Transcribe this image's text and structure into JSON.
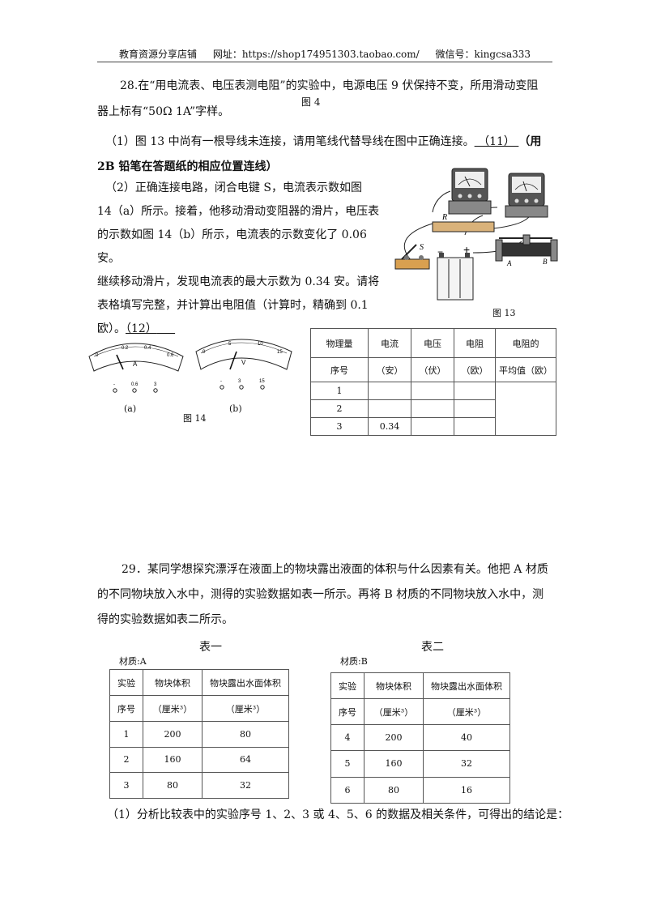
{
  "header": {
    "shop": "教育资源分享店铺",
    "url_label": "网址：https://shop174951303.taobao.com/",
    "wechat": "微信号：kingcsa333"
  },
  "q28": {
    "line1": "28.在“用电流表、电压表测电阻”的实验中，电源电压 9 伏保持不变，所用滑动变阻",
    "line2": "器上标有“50Ω   1A”字样。",
    "fig4": "图 4",
    "p1_text": "（1）图 13 中尚有一根导线未连接，请用笔线代替导线在图中正确连接。",
    "p1_blank": "   （11）   ",
    "p1_bold_a": "（用",
    "p1_bold_b": "2B 铅笔在答题纸的相应位置连线）",
    "p2_lines": [
      "（2）正确连接电路，闭合电键 S，电流表示数如图",
      "14（a）所示。接着，他移动滑动变阻器的滑片，电压表",
      "的示数如图 14（b）所示，电流表的示数变化了 0.06 安。",
      "继续移动滑片，发现电流表的最大示数为 0.34 安。请将",
      "表格填写完整，并计算出电阻值（计算时，精确到 0.1",
      "欧）。"
    ],
    "p2_blank": "（12）",
    "fig13": "图 13",
    "fig14": "图 14",
    "label_a": "(a)",
    "label_b": "(b)",
    "meter_a": {
      "letter": "A",
      "scale": [
        "0",
        "0.2",
        "0.4",
        "0.6"
      ],
      "terminals": [
        "-",
        "0.6",
        "3"
      ]
    },
    "meter_b": {
      "letter": "V",
      "scale": [
        "0",
        "5",
        "10",
        "15"
      ],
      "terminals": [
        "-",
        "3",
        "15"
      ]
    },
    "circuit": {
      "resistor": "R",
      "switch": "S",
      "minus": "−",
      "plus": "+",
      "rheostat_a": "A",
      "rheostat_b": "B"
    },
    "table": {
      "h1": [
        "物理量",
        "电流",
        "电压",
        "电阻",
        "电阻的"
      ],
      "h2": [
        "序号",
        "（安）",
        "（伏）",
        "（欧）",
        "平均值（欧）"
      ],
      "rows": [
        [
          "1",
          "",
          "",
          ""
        ],
        [
          "2",
          "",
          "",
          ""
        ],
        [
          "3",
          "0.34",
          "",
          ""
        ]
      ]
    }
  },
  "q29": {
    "lines": [
      "29．某同学想探究漂浮在液面上的物块露出液面的体积与什么因素有关。他把 A 材质",
      "的不同物块放入水中，测得的实验数据如表一所示。再将 B 材质的不同物块放入水中，测",
      "得的实验数据如表二所示。"
    ],
    "table1": {
      "title": "表一",
      "material": "材质:A",
      "h1": [
        "实验",
        "物块体积",
        "物块露出水面体积"
      ],
      "h2": [
        "序号",
        "（厘米³）",
        "（厘米³）"
      ],
      "rows": [
        [
          "1",
          "200",
          "80"
        ],
        [
          "2",
          "160",
          "64"
        ],
        [
          "3",
          "80",
          "32"
        ]
      ]
    },
    "table2": {
      "title": "表二",
      "material": "材质:B",
      "h1": [
        "实验",
        "物块体积",
        "物块露出水面体积"
      ],
      "h2": [
        "序号",
        "（厘米³）",
        "（厘米³）"
      ],
      "rows": [
        [
          "4",
          "200",
          "40"
        ],
        [
          "5",
          "160",
          "32"
        ],
        [
          "6",
          "80",
          "16"
        ]
      ]
    },
    "p1": "（1）分析比较表中的实验序号 1、2、3 或 4、5、6 的数据及相关条件，可得出的结论是："
  }
}
